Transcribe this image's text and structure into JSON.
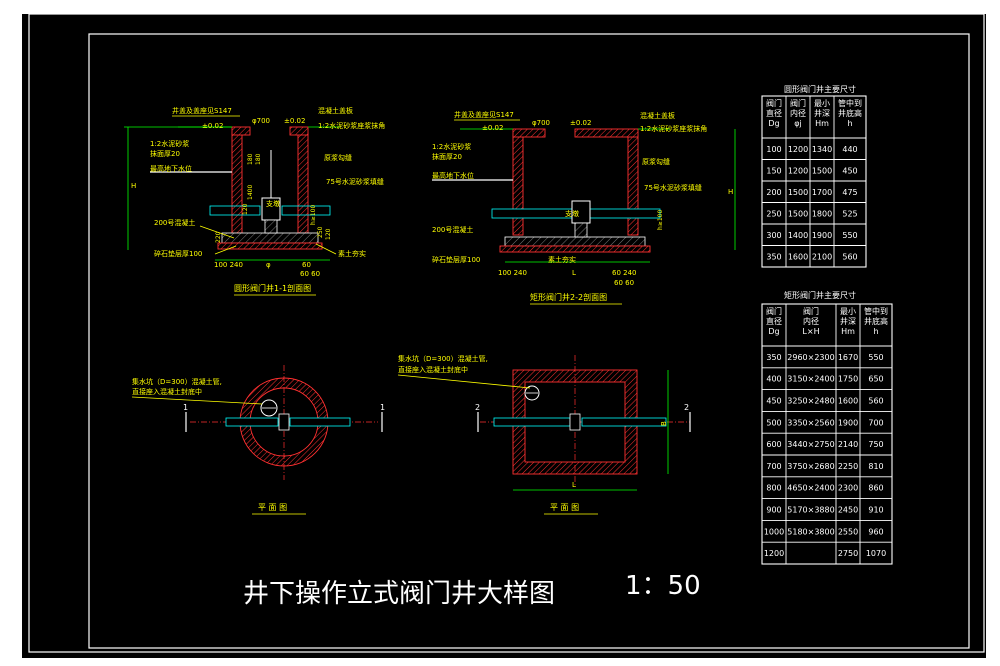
{
  "title": "井下操作立式阀门井大样图",
  "scale": "1：50",
  "section1": {
    "caption": "圆形阀门井1-1剖面图",
    "labels": {
      "cover": "井盖及盖座见S147",
      "slab": "混凝土盖板",
      "mortar_seat": "1:2水泥砂浆座浆抹角",
      "plaster": "1:2水泥砂浆",
      "plaster2": "抹面厚20",
      "water_level": "最高地下水位",
      "joint": "原浆勾缝",
      "masonry": "75号水泥砂浆填缝",
      "concrete": "200号混凝土",
      "gravel": "碎石垫层厚100",
      "fill": "素土夯实",
      "support": "支墩",
      "dia": "φ700",
      "elev": "±0.02",
      "elev2": "±0.02",
      "h": "H",
      "d180": "180",
      "d180b": "180",
      "d120": "120",
      "d1400": "1400",
      "d250": "250",
      "d220": "220",
      "d120b": "120",
      "dim_bottom": "100 240",
      "phi": "φ",
      "d60": "60",
      "d6060": "60 60",
      "d100": "100",
      "hw": "h≥100",
      "d0": "0"
    }
  },
  "section2": {
    "caption": "矩形阀门井2-2剖面图",
    "labels": {
      "cover": "井盖及盖座见S147",
      "slab": "混凝土盖板",
      "mortar_seat": "1:2水泥砂浆座浆抹角",
      "plaster": "1:2水泥砂浆",
      "plaster2": "抹面厚20",
      "water_level": "最高地下水位",
      "joint": "原浆勾缝",
      "masonry": "75号水泥砂浆填缝",
      "concrete": "200号混凝土",
      "gravel": "碎石垫层厚100",
      "fill": "素土夯实",
      "support": "支墩",
      "dia": "φ700",
      "elev": "±0.02",
      "elev2": "±0.02",
      "h": "H",
      "dim_bottom": "100 240",
      "L": "L",
      "d6060": "60 60",
      "d60240": "60 240",
      "hw": "h≥100"
    }
  },
  "plan1": {
    "caption": "平 面 图",
    "note1": "集水坑（D=300）混凝土管,",
    "note2": "直接座入混凝土封底中",
    "mark_left": "1",
    "mark_right": "1"
  },
  "plan2": {
    "caption": "平 面 图",
    "note1": "集水坑（D=300）混凝土管,",
    "note2": "直接座入混凝土封底中",
    "mark_left": "2",
    "mark_right": "2",
    "L": "L",
    "B": "B"
  },
  "table_round": {
    "title": "圆形阀门井主要尺寸",
    "headers": [
      [
        "阀门",
        "直径",
        "Dg"
      ],
      [
        "阀门",
        "内径",
        "φj"
      ],
      [
        "最小",
        "井深",
        "Hm"
      ],
      [
        "管中到",
        "井底高",
        "h"
      ]
    ],
    "rows": [
      [
        "100",
        "1200",
        "1340",
        "440"
      ],
      [
        "150",
        "1200",
        "1500",
        "450"
      ],
      [
        "200",
        "1500",
        "1700",
        "475"
      ],
      [
        "250",
        "1500",
        "1800",
        "525"
      ],
      [
        "300",
        "1400",
        "1900",
        "550"
      ],
      [
        "350",
        "1600",
        "2100",
        "560"
      ]
    ]
  },
  "table_rect": {
    "title": "矩形阀门井主要尺寸",
    "headers": [
      [
        "阀门",
        "直径",
        "Dg"
      ],
      [
        "阀门",
        "内径",
        "L×H"
      ],
      [
        "最小",
        "井深",
        "Hm"
      ],
      [
        "管中到",
        "井底高",
        "h"
      ]
    ],
    "rows": [
      [
        "350",
        "2960×2300",
        "1670",
        "550"
      ],
      [
        "400",
        "3150×2400",
        "1750",
        "650"
      ],
      [
        "450",
        "3250×2480",
        "1600",
        "560"
      ],
      [
        "500",
        "3350×2560",
        "1900",
        "700"
      ],
      [
        "600",
        "3440×2750",
        "2140",
        "750"
      ],
      [
        "700",
        "3750×2680",
        "2250",
        "810"
      ],
      [
        "800",
        "4650×2400",
        "2300",
        "860"
      ],
      [
        "900",
        "5170×3880",
        "2450",
        "910"
      ],
      [
        "1000",
        "5180×3800",
        "2550",
        "960"
      ],
      [
        "1200",
        "",
        "2750",
        "1070"
      ]
    ]
  },
  "colors": {
    "background": "#000000",
    "frame": "#ffffff",
    "label": "#ffff00",
    "dim": "#00ff00",
    "hatch": "#ff3030",
    "pipe": "#00ffff"
  }
}
